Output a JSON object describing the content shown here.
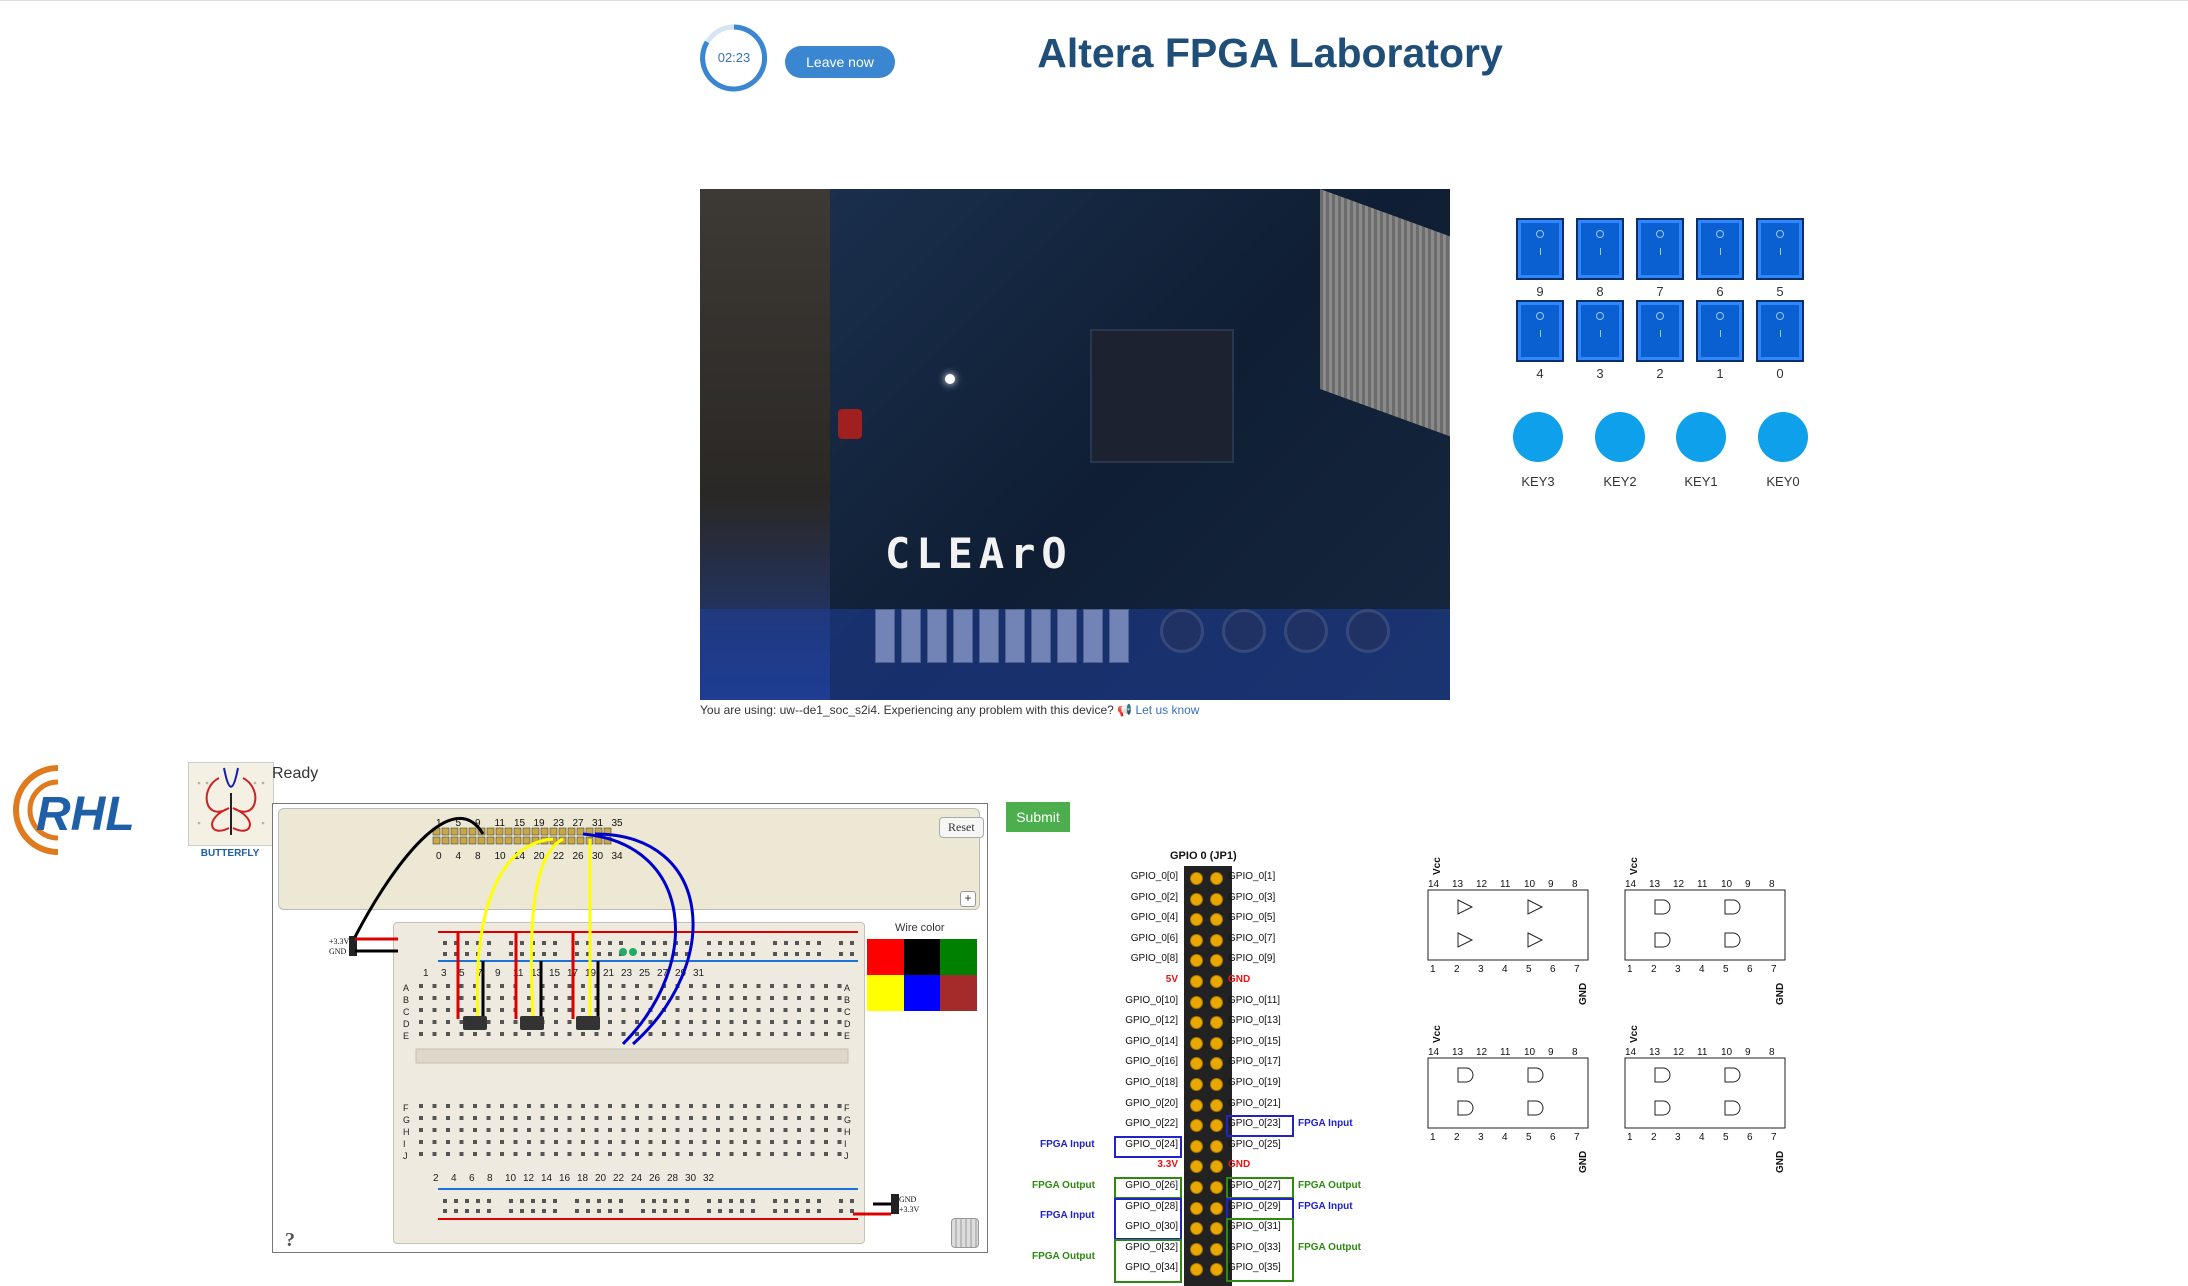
{
  "header": {
    "timer": "02:23",
    "leave_label": "Leave now",
    "title": "Altera FPGA Laboratory"
  },
  "camera": {
    "display_text": "CLEArO",
    "device_prefix": "You are using: uw--de1_soc_s2i4. Experiencing any problem with this device?",
    "report_link": "Let us know"
  },
  "switches": {
    "top_row": [
      "9",
      "8",
      "7",
      "6",
      "5"
    ],
    "bottom_row": [
      "4",
      "3",
      "2",
      "1",
      "0"
    ]
  },
  "keys": [
    "KEY3",
    "KEY2",
    "KEY1",
    "KEY0"
  ],
  "butterfly": {
    "caption": "BUTTERFLY"
  },
  "status": "Ready",
  "breadboard": {
    "reset_label": "Reset",
    "plus_label": "+",
    "wire_color_label": "Wire color",
    "colors": [
      "#ff0000",
      "#000000",
      "#008000",
      "#ffff00",
      "#0000ff",
      "#a52a2a"
    ],
    "top_numbers": [
      "1",
      "5",
      "9",
      "11",
      "15",
      "19",
      "23",
      "27",
      "31",
      "35"
    ],
    "bottom_numbers": [
      "0",
      "4",
      "8",
      "10",
      "14",
      "20",
      "22",
      "26",
      "30",
      "34"
    ],
    "row_numbers_top": [
      "1",
      "3",
      "5",
      "7",
      "9",
      "11",
      "13",
      "15",
      "17",
      "19",
      "21",
      "23",
      "25",
      "27",
      "29",
      "31"
    ],
    "row_numbers_bottom": [
      "2",
      "4",
      "6",
      "8",
      "10",
      "12",
      "14",
      "16",
      "18",
      "20",
      "22",
      "24",
      "26",
      "28",
      "30",
      "32"
    ],
    "rail_labels_top": [
      "+3.3V",
      "GND"
    ],
    "rail_labels_bottom": [
      "GND",
      "+3.3V"
    ],
    "letters_top": [
      "A",
      "B",
      "C",
      "D",
      "E"
    ],
    "letters_bottom": [
      "F",
      "G",
      "H",
      "I",
      "J"
    ],
    "help": "?"
  },
  "submit_label": "Submit",
  "gpio": {
    "title": "GPIO 0 (JP1)",
    "left_pins": [
      "GPIO_0[0]",
      "GPIO_0[2]",
      "GPIO_0[4]",
      "GPIO_0[6]",
      "GPIO_0[8]",
      "5V",
      "GPIO_0[10]",
      "GPIO_0[12]",
      "GPIO_0[14]",
      "GPIO_0[16]",
      "GPIO_0[18]",
      "GPIO_0[20]",
      "GPIO_0[22]",
      "GPIO_0[24]",
      "3.3V",
      "GPIO_0[26]",
      "GPIO_0[28]",
      "GPIO_0[30]",
      "GPIO_0[32]",
      "GPIO_0[34]"
    ],
    "right_pins": [
      "GPIO_0[1]",
      "GPIO_0[3]",
      "GPIO_0[5]",
      "GPIO_0[7]",
      "GPIO_0[9]",
      "GND",
      "GPIO_0[11]",
      "GPIO_0[13]",
      "GPIO_0[15]",
      "GPIO_0[17]",
      "GPIO_0[19]",
      "GPIO_0[21]",
      "GPIO_0[23]",
      "GPIO_0[25]",
      "GND",
      "GPIO_0[27]",
      "GPIO_0[29]",
      "GPIO_0[31]",
      "GPIO_0[33]",
      "GPIO_0[35]"
    ],
    "annotations": {
      "fpga_input": "FPGA Input",
      "fpga_output": "FPGA Output"
    }
  },
  "ics": {
    "vcc": "Vcc",
    "gnd": "GND",
    "top_pins": [
      "14",
      "13",
      "12",
      "11",
      "10",
      "9",
      "8"
    ],
    "bottom_pins": [
      "1",
      "2",
      "3",
      "4",
      "5",
      "6",
      "7"
    ]
  },
  "icons": {
    "leave": "sign-out-icon",
    "report": "megaphone-icon",
    "trash": "trash-icon",
    "help": "question-icon"
  }
}
